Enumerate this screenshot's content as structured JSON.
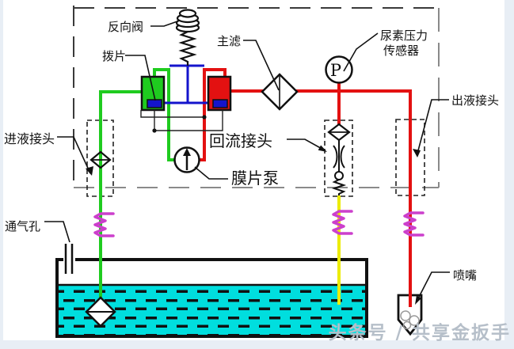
{
  "diagram": {
    "title_hint": "urea-pump-module-schematic",
    "labels": {
      "check_valve": "反向阀",
      "paddle": "拨片",
      "main_filter": "主滤",
      "urea_pressure_sensor_line1": "尿素压力",
      "urea_pressure_sensor_line2": "传感器",
      "outlet_connector": "出液接头",
      "inlet_connector": "进液接头",
      "return_connector": "回流接头",
      "diaphragm_pump": "膜片泵",
      "vent_hole": "通气孔",
      "nozzle": "喷嘴"
    },
    "symbols": {
      "pressure_sensor": "P"
    },
    "colors": {
      "suction_line": "#1fcb1f",
      "pressure_line": "#e31111",
      "pilot_line": "#1414cc",
      "return_line": "#ecec00",
      "heater_coil": "#cc3fcc",
      "tank_liquid": "#00dede",
      "valve_green": "#1fcb1f",
      "valve_red": "#e31111",
      "watermark": "#b6bfc9"
    },
    "watermark": "头条号 / 共享金扳手"
  }
}
